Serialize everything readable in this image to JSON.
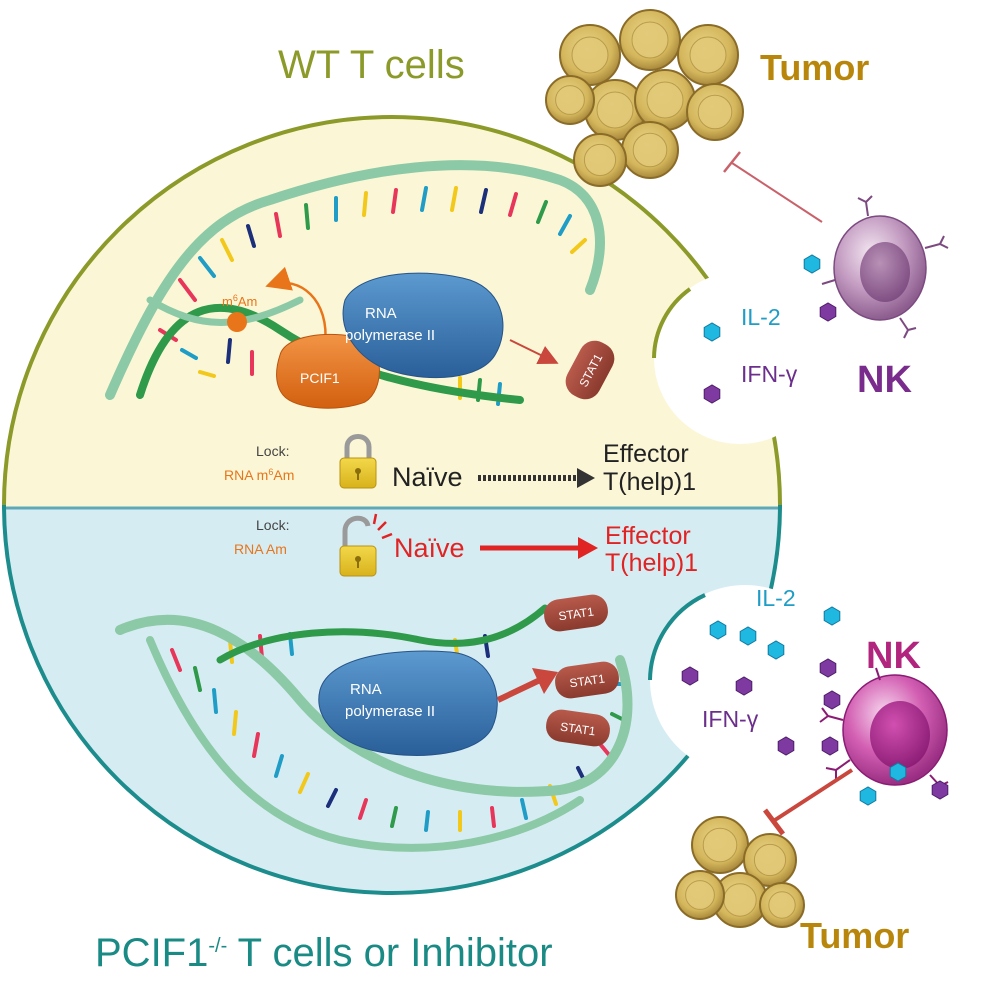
{
  "top": {
    "title": "WT T cells",
    "tumor_label": "Tumor",
    "nk_label": "NK",
    "il2_label": "IL-2",
    "ifn_label": "IFN-γ",
    "rna_pol_line1": "RNA",
    "rna_pol_line2": "polymerase II",
    "pcif1_label": "PCIF1",
    "m6am_base": "m",
    "m6am_sup": "6",
    "m6am_tail": "Am",
    "stat1_label": "STAT1",
    "lock_title": "Lock:",
    "lock_base": "RNA m",
    "lock_sup": "6",
    "lock_tail": "Am",
    "naive_label": "Naïve",
    "effector_line1": "Effector",
    "effector_line2": "T(help)1"
  },
  "bottom": {
    "title_base": "PCIF1",
    "title_sup": "-/-",
    "title_tail": " T cells or Inhibitor",
    "tumor_label": "Tumor",
    "nk_label": "NK",
    "il2_label": "IL-2",
    "ifn_label": "IFN-γ",
    "rna_pol_line1": "RNA",
    "rna_pol_line2": "polymerase II",
    "stat1_labels": [
      "STAT1",
      "STAT1",
      "STAT1"
    ],
    "lock_title": "Lock:",
    "lock_value": "RNA Am",
    "naive_label": "Naïve",
    "effector_line1": "Effector",
    "effector_line2": "T(help)1"
  },
  "colors": {
    "top_bg": "#fbf7d6",
    "bottom_bg": "#d6ecf3",
    "top_rim": "#8c9a2a",
    "bottom_rim": "#1d8c8c",
    "top_title": "#8c9a2a",
    "bottom_title": "#1a8a85",
    "tumor_text": "#b8860b",
    "nk_text": "#7a2c8c",
    "il2_text": "#1f9dc6",
    "ifn_text": "#6b2e8c",
    "pol_fill": "#3a7ab8",
    "pcif1_fill": "#e8751a",
    "stat1_fill": "#a3473a",
    "red_text": "#e02424",
    "dna_backbone": "#8cc9a6",
    "dna_backbone_dark": "#2e9a4a"
  }
}
